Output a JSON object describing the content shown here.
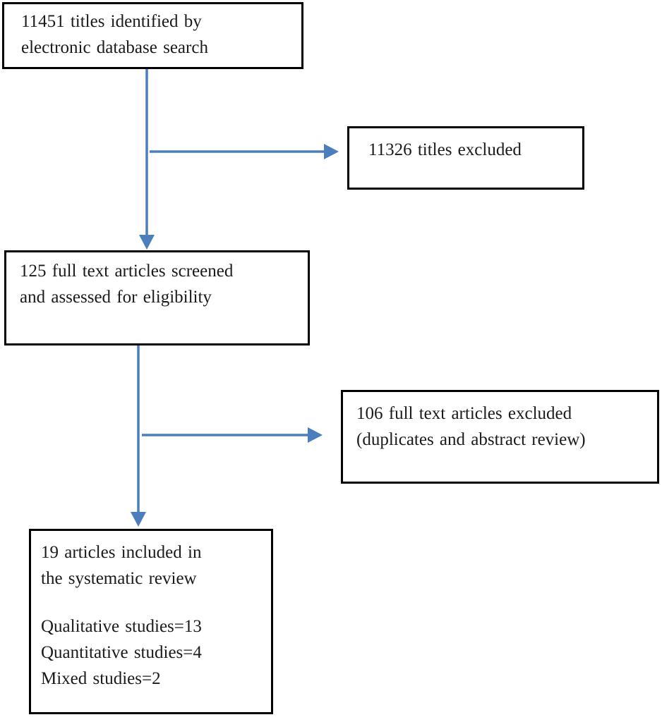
{
  "flow": {
    "type": "flowchart",
    "nodes": [
      {
        "id": "identified",
        "lines": [
          "11451 titles identified by",
          "electronic database search"
        ]
      },
      {
        "id": "titles-excluded",
        "lines": [
          "11326 titles excluded"
        ]
      },
      {
        "id": "screened",
        "lines": [
          "125 full text articles screened",
          "and assessed for eligibility"
        ]
      },
      {
        "id": "fulltext-excluded",
        "lines": [
          "106 full text articles excluded",
          "(duplicates and abstract review)"
        ]
      },
      {
        "id": "included",
        "lines": [
          "19 articles included in",
          "the systematic review"
        ],
        "sub_lines": [
          "Qualitative studies=13",
          "Quantitative studies=4",
          "Mixed studies=2"
        ]
      }
    ],
    "edges": [
      {
        "from": "identified",
        "to": "screened",
        "direction": "down"
      },
      {
        "from": "identified",
        "to": "titles-excluded",
        "direction": "right"
      },
      {
        "from": "screened",
        "to": "included",
        "direction": "down"
      },
      {
        "from": "screened",
        "to": "fulltext-excluded",
        "direction": "right"
      }
    ],
    "colors": {
      "arrow": "#4a7ebc",
      "border": "#000000",
      "text": "#1a1a1a",
      "background": "#ffffff"
    }
  }
}
